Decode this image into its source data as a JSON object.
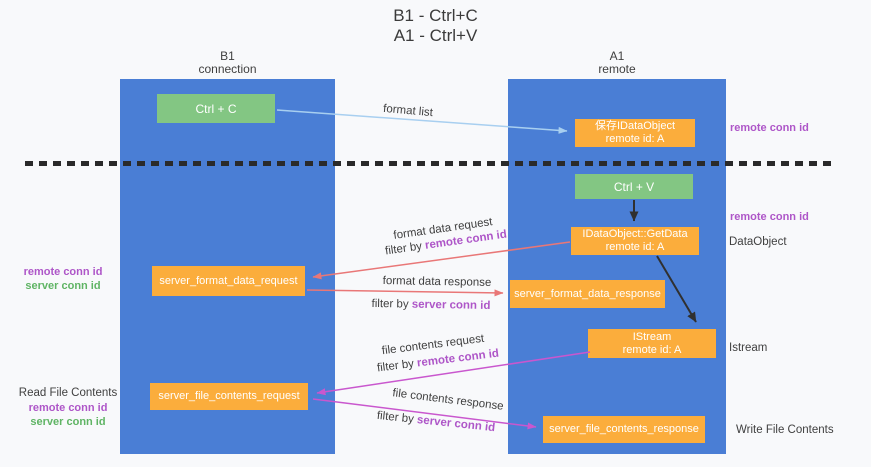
{
  "title": {
    "line1": "B1 - Ctrl+C",
    "line2": "A1 - Ctrl+V"
  },
  "lifelines": {
    "left": {
      "title": "B1",
      "subtitle": "connection"
    },
    "right": {
      "title": "A1",
      "subtitle": "remote"
    }
  },
  "nodes": {
    "ctrl_c": "Ctrl + C",
    "ctrl_v": "Ctrl + V",
    "save_idataobject": {
      "line1": "保存IDataObject",
      "line2": "remote id: A"
    },
    "getdata": {
      "line1": "IDataObject::GetData",
      "line2": "remote id: A"
    },
    "istream": {
      "line1": "IStream",
      "line2": "remote id: A"
    },
    "server_format_data_request": "server_format_data_request",
    "server_format_data_response": "server_format_data_response",
    "server_file_contents_request": "server_file_contents_request",
    "server_file_contents_response": "server_file_contents_response"
  },
  "terms": {
    "remote_conn_id": "remote conn id",
    "server_conn_id": "server conn id",
    "filter_by": "filter by "
  },
  "flow_labels": {
    "format_list": "format list",
    "format_data_request": "format data request",
    "format_data_response": "format data response",
    "file_contents_request": "file contents request",
    "file_contents_response": "file contents response"
  },
  "side_labels": {
    "dataobject": "DataObject",
    "istream": "Istream",
    "read_file_contents": "Read File Contents",
    "write_file_contents": "Write File Contents"
  },
  "colors": {
    "lifeline_blue": "#4A7ED5",
    "node_green": "#83C683",
    "node_orange": "#FBAD3C",
    "remote_conn_purple": "#AE56C8",
    "server_conn_green": "#5FB464",
    "arrow_red": "#E97777",
    "arrow_magenta": "#C957CE",
    "arrow_light_blue": "#A8CFF0",
    "arrow_black": "#303030"
  }
}
